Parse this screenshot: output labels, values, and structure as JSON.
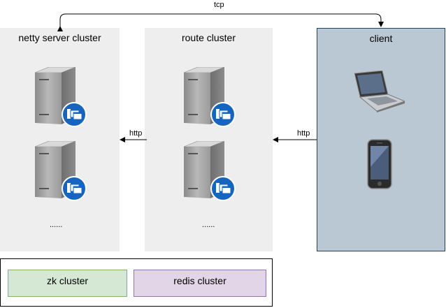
{
  "edges": {
    "tcp_label": "tcp",
    "route_to_netty_label": "http",
    "client_to_route_label": "http"
  },
  "clusters": {
    "netty": {
      "title": "netty server cluster",
      "ellipsis": "......"
    },
    "route": {
      "title": "route cluster",
      "ellipsis": "......"
    },
    "client": {
      "title": "client"
    }
  },
  "storage": {
    "zk": "zk cluster",
    "redis": "redis cluster"
  },
  "colors": {
    "cluster_bg": "#eeeeee",
    "client_bg": "#bac8d3",
    "client_border": "#23445d",
    "zk_bg": "#d5e8d4",
    "zk_border": "#82b366",
    "redis_bg": "#e1d5e7",
    "redis_border": "#9673a6",
    "server_badge": "#1565c0"
  },
  "icons": [
    "server-icon",
    "laptop-icon",
    "smartphone-icon"
  ]
}
